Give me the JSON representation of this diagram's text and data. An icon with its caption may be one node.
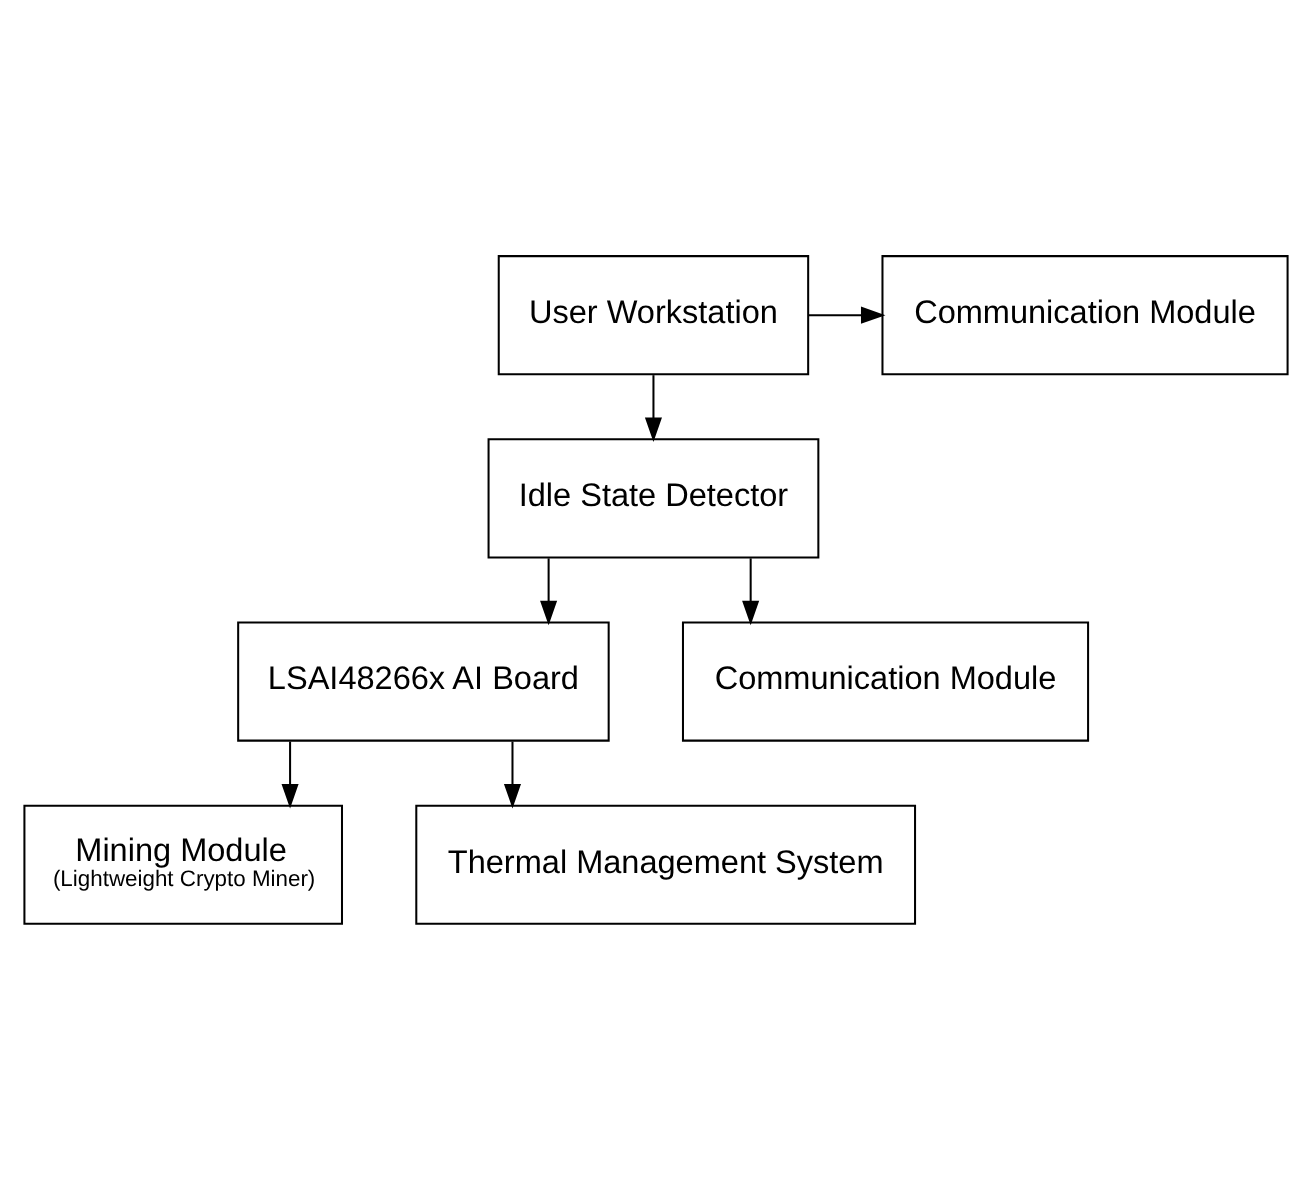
{
  "diagram": {
    "nodes": [
      {
        "text": [
          "User Workstation"
        ]
      },
      {
        "text": [
          "Communication Module"
        ]
      },
      {
        "text": [
          "Idle State Detector"
        ]
      },
      {
        "text": [
          "Communication Module"
        ]
      },
      {
        "text": [
          "LSAI48266x AI Board"
        ]
      },
      {
        "text": [
          "Mining Module",
          "(Lightweight Crypto Miner)"
        ]
      },
      {
        "text": [
          "Thermal Management System"
        ]
      }
    ],
    "edges": [
      {
        "from": 0,
        "to": 1,
        "arrow": "to"
      },
      {
        "from": 0,
        "to": 2,
        "arrow": "to"
      },
      {
        "from": 2,
        "to": 4,
        "arrow": "to"
      },
      {
        "from": 2,
        "to": 3,
        "arrow": "to"
      },
      {
        "from": 4,
        "to": 5,
        "arrow": "to"
      },
      {
        "from": 4,
        "to": 6,
        "arrow": "to"
      }
    ]
  }
}
